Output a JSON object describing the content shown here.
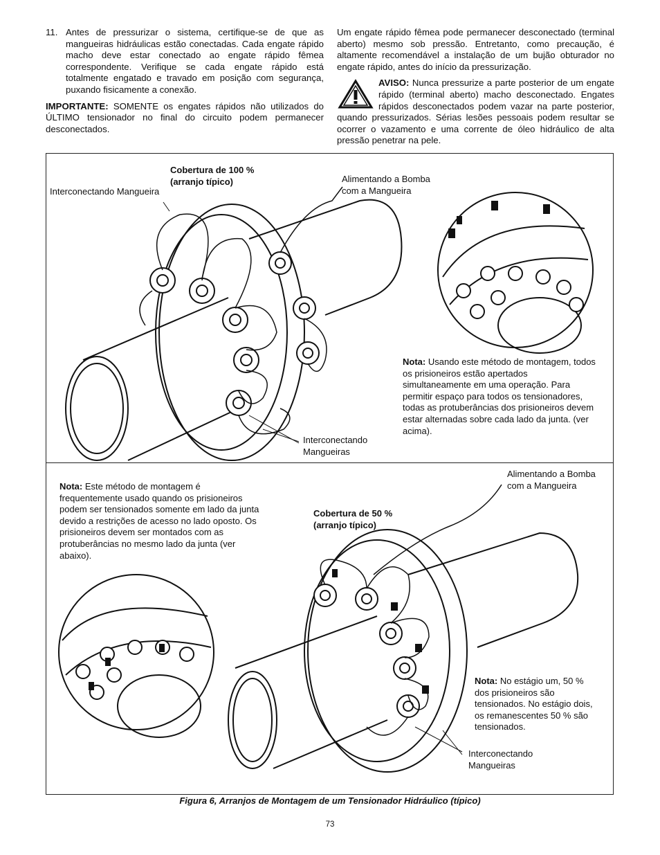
{
  "left_column": {
    "item_number": "11.",
    "item_text": "Antes de pressurizar o sistema, certifique-se de que as mangueiras hidráulicas estão conectadas. Cada engate rápido macho deve estar conectado ao engate rápido fêmea correspondente. Verifique se cada engate rápido está totalmente engatado e travado em posição com segurança, puxando fisicamente a conexão.",
    "importante_label": "IMPORTANTE:",
    "importante_text": "SOMENTE os engates rápidos não utilizados do ÚLTIMO tensionador no final do circuito podem permanecer desconectados."
  },
  "right_column": {
    "paragraph": "Um engate rápido fêmea pode permanecer desconectado (terminal aberto) mesmo sob pressão. Entretanto, como precaução, é altamente recomendável a instalação de um bujão obturador no engate rápido, antes do início da pressurização.",
    "aviso_label": "AVISO:",
    "aviso_text": "Nunca pressurize a parte posterior de um engate rápido (terminal aberto) macho desconectado. Engates rápidos desconectados podem vazar na parte posterior, quando pressurizados. Sérias lesões pessoais podem resultar se ocorrer o vazamento e uma corrente de óleo hidráulico de alta pressão penetrar na pele.",
    "warning_icon": "warning-triangle-icon"
  },
  "figure_top": {
    "coverage_title": "Cobertura de 100 %",
    "coverage_subtitle": "(arranjo típico)",
    "interconnect_label": "Interconectando Mangueira",
    "pump_label_1": "Alimentando a Bomba",
    "pump_label_2": "com a Mangueira",
    "interconnect_bottom_1": "Interconectando",
    "interconnect_bottom_2": "Mangueiras",
    "note_label": "Nota:",
    "note_text": "Usando este método de montagem, todos os prisioneiros estão apertados simultaneamente em uma operação. Para permitir espaço para todos os tensionadores, todas as protuberâncias dos prisioneiros devem estar alternadas sobre cada lado da junta. (ver acima)."
  },
  "figure_bottom": {
    "note_label": "Nota:",
    "note_text": "Este método de montagem é frequentemente usado quando os prisioneiros podem ser tensionados somente em lado da junta devido a restrições de acesso no lado oposto. Os prisioneiros devem ser montados com as protuberâncias no mesmo lado da junta (ver abaixo).",
    "pump_label_1": "Alimentando a Bomba",
    "pump_label_2": "com a Mangueira",
    "coverage_title": "Cobertura de 50 %",
    "coverage_subtitle": "(arranjo típico)",
    "stage_note_label": "Nota:",
    "stage_note_text": "No estágio um, 50 % dos prisioneiros são tensionados. No estágio dois, os remanescentes 50 % são tensionados.",
    "interconnect_bottom_1": "Interconectando",
    "interconnect_bottom_2": "Mangueiras"
  },
  "caption": "Figura 6, Arranjos de Montagem de um Tensionador Hidráulico (típico)",
  "page_number": "73"
}
